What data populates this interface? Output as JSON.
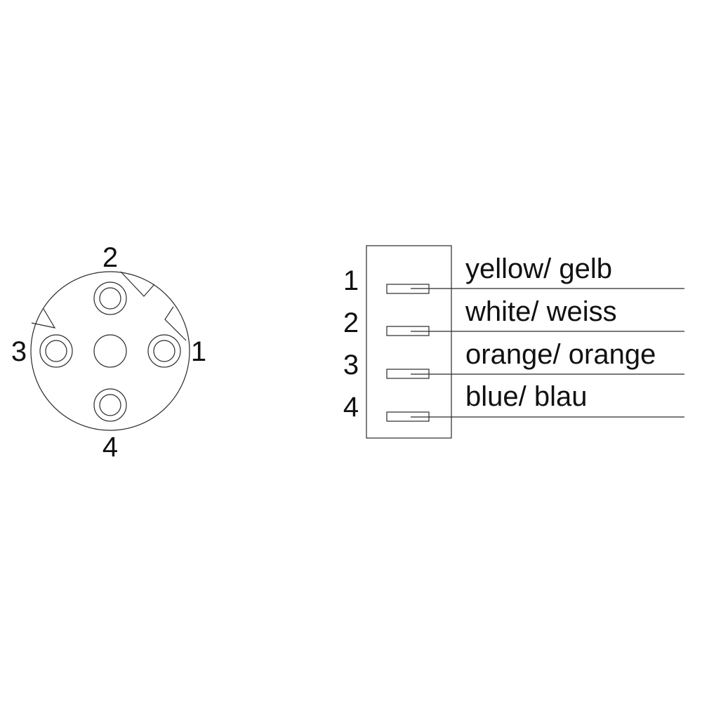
{
  "connector_face": {
    "pin_labels": {
      "top": "2",
      "right": "1",
      "left": "3",
      "bottom": "4"
    }
  },
  "wiring": {
    "rows": [
      {
        "pin": "1",
        "color_label": "yellow/ gelb"
      },
      {
        "pin": "2",
        "color_label": "white/ weiss"
      },
      {
        "pin": "3",
        "color_label": "orange/ orange"
      },
      {
        "pin": "4",
        "color_label": "blue/ blau"
      }
    ]
  }
}
